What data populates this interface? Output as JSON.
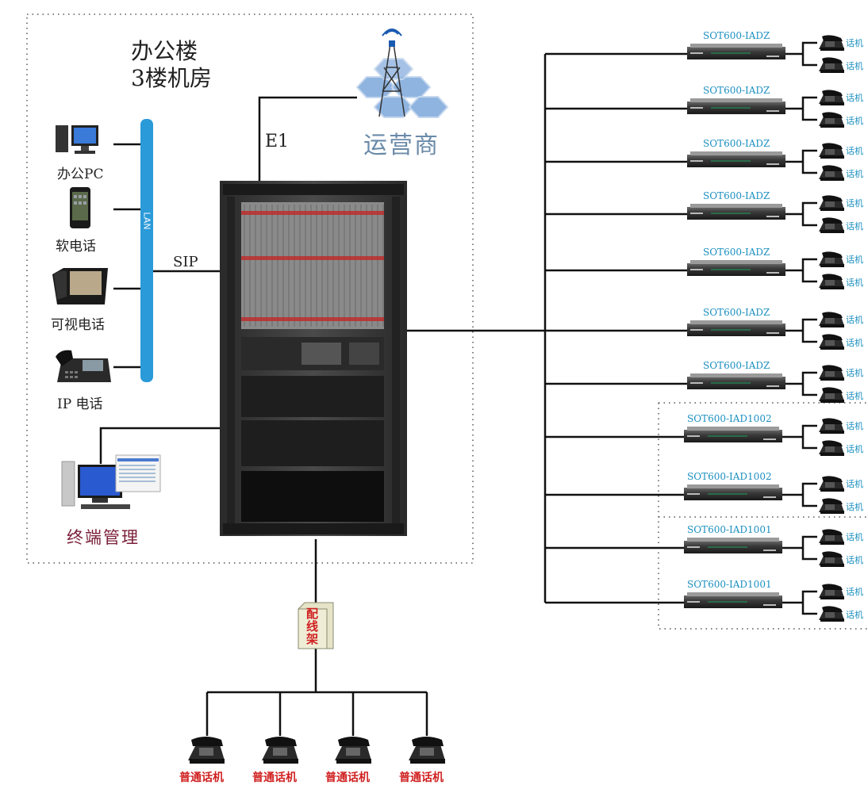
{
  "building": {
    "line1": "办公楼",
    "line2": "3楼机房"
  },
  "carrier": {
    "label": "运营商"
  },
  "links": {
    "e1": "E1",
    "sip": "SIP",
    "lan": "LAN"
  },
  "endpoints": [
    {
      "label": "办公PC",
      "icon": "desktop-pc-icon"
    },
    {
      "label": "软电话",
      "icon": "smartphone-icon"
    },
    {
      "label": "可视电话",
      "icon": "video-phone-icon"
    },
    {
      "label": "IP 电话",
      "icon": "ip-phone-icon"
    }
  ],
  "terminal": {
    "label": "终端管理"
  },
  "distribution_frame": {
    "chars": [
      "配",
      "线",
      "架"
    ]
  },
  "basic_phones": [
    "普通话机",
    "普通话机",
    "普通话机",
    "普通话机"
  ],
  "iads": [
    {
      "model": "SOT600-IADZ",
      "phones": [
        "话机",
        "话机"
      ]
    },
    {
      "model": "SOT600-IADZ",
      "phones": [
        "话机",
        "话机"
      ]
    },
    {
      "model": "SOT600-IADZ",
      "phones": [
        "话机",
        "话机"
      ]
    },
    {
      "model": "SOT600-IADZ",
      "phones": [
        "话机",
        "话机"
      ]
    },
    {
      "model": "SOT600-IADZ",
      "phones": [
        "话机",
        "话机"
      ]
    },
    {
      "model": "SOT600-IADZ",
      "phones": [
        "话机",
        "话机"
      ]
    },
    {
      "model": "SOT600-IADZ",
      "phones": [
        "话机",
        "话机"
      ]
    },
    {
      "model": "SOT600-IAD1002",
      "phones": [
        "话机",
        "话机"
      ]
    },
    {
      "model": "SOT600-IAD1002",
      "phones": [
        "话机",
        "话机"
      ]
    },
    {
      "model": "SOT600-IAD1001",
      "phones": [
        "话机",
        "话机"
      ]
    },
    {
      "model": "SOT600-IAD1001",
      "phones": [
        "话机",
        "话机"
      ]
    }
  ],
  "colors": {
    "lan_bar": "#2a9ad8",
    "model_text": "#1a8fc0",
    "red_label": "#d02020",
    "terminal_text": "#7a1f3a",
    "carrier_text": "#6a8aa8"
  }
}
